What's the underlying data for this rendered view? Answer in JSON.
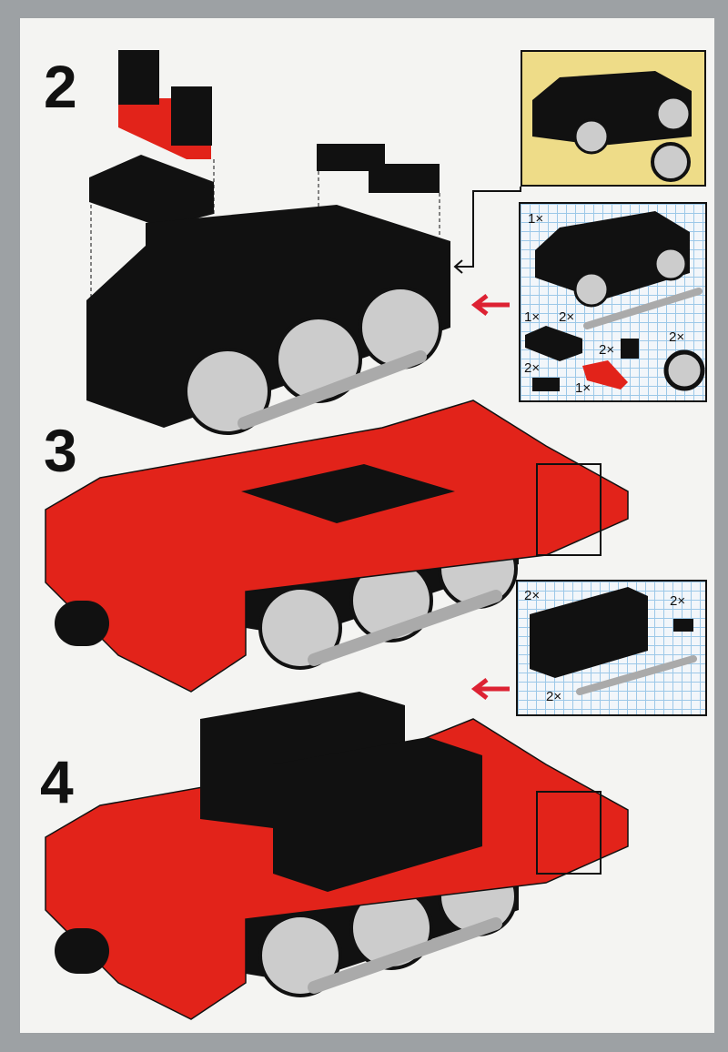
{
  "steps": [
    {
      "number": "2"
    },
    {
      "number": "3"
    },
    {
      "number": "4"
    }
  ],
  "parts_step_2": {
    "items": [
      {
        "qty": "1×",
        "part": "motor"
      },
      {
        "qty": "1×",
        "part": "plate-2x4"
      },
      {
        "qty": "2×",
        "part": "coupling-rod"
      },
      {
        "qty": "2×",
        "part": "plate-1x2"
      },
      {
        "qty": "2×",
        "part": "brick-1x1"
      },
      {
        "qty": "1×",
        "part": "plate-1x4-red"
      },
      {
        "qty": "2×",
        "part": "wheel"
      }
    ]
  },
  "parts_step_4": {
    "items": [
      {
        "qty": "2×",
        "part": "brick-2x6"
      },
      {
        "qty": "2×",
        "part": "plate-1x1"
      },
      {
        "qty": "2×",
        "part": "coupling-rod"
      }
    ]
  },
  "colors": {
    "red": "#e2231a",
    "black": "#111111",
    "gray": "#b9bcbe",
    "yellow_box": "#eedc88",
    "grid_line": "#9cc8e8"
  }
}
